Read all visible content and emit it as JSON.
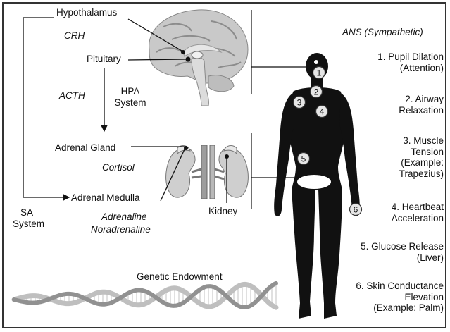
{
  "hpa": {
    "hypothalamus": "Hypothalamus",
    "crh": "CRH",
    "pituitary": "Pituitary",
    "acth": "ACTH",
    "system_line1": "HPA",
    "system_line2": "System",
    "adrenal_gland": "Adrenal Gland",
    "cortisol": "Cortisol",
    "adrenal_medulla": "Adrenal Medulla",
    "adrenaline": "Adrenaline",
    "noradrenaline": "Noradrenaline",
    "kidney": "Kidney"
  },
  "sa": {
    "line1": "SA",
    "line2": "System"
  },
  "genetic": {
    "label": "Genetic Endowment"
  },
  "ans": {
    "title": "ANS (Sympathetic)",
    "responses": [
      {
        "number": "1",
        "lines": [
          "1. Pupil Dilation",
          "(Attention)"
        ]
      },
      {
        "number": "2",
        "lines": [
          "2. Airway",
          "Relaxation"
        ]
      },
      {
        "number": "3",
        "lines": [
          "3. Muscle",
          "Tension",
          "(Example:",
          "Trapezius)"
        ]
      },
      {
        "number": "4",
        "lines": [
          "4. Heartbeat",
          "Acceleration"
        ]
      },
      {
        "number": "5",
        "lines": [
          "5. Glucose Release",
          "(Liver)"
        ]
      },
      {
        "number": "6",
        "lines": [
          "6. Skin Conductance",
          "Elevation",
          "(Example: Palm)"
        ]
      }
    ]
  }
}
